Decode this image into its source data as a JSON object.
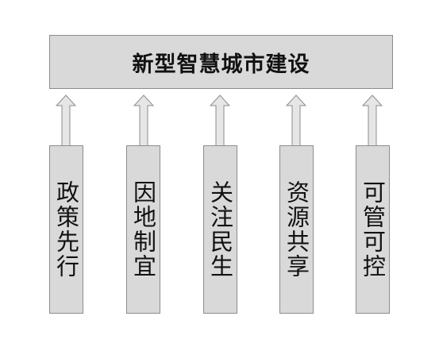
{
  "diagram": {
    "title": "新型智慧城市建设",
    "pillars": [
      {
        "label": "政策先行"
      },
      {
        "label": "因地制宜"
      },
      {
        "label": "关注民生"
      },
      {
        "label": "资源共享"
      },
      {
        "label": "可管可控"
      }
    ],
    "colors": {
      "box_fill": "#d9d9d9",
      "box_border": "#8c8c8c",
      "text": "#111111"
    }
  }
}
